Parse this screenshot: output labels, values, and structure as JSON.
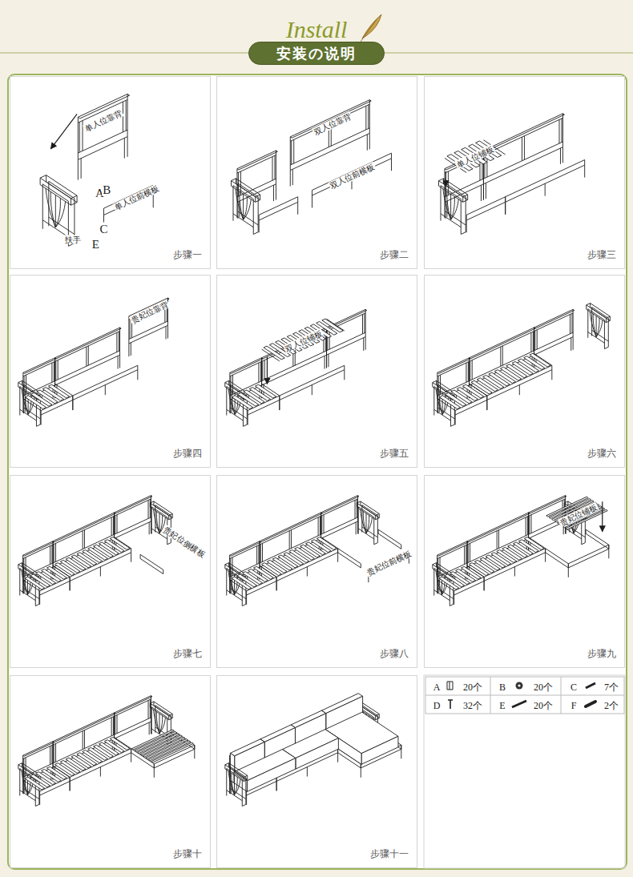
{
  "diagram": {
    "title": "安装の说明",
    "nodes": [
      {
        "text": [
          "步骤一"
        ]
      },
      {
        "text": [
          "步骤二"
        ]
      },
      {
        "text": [
          "步骤三"
        ]
      },
      {
        "text": [
          "步骤四"
        ]
      },
      {
        "text": [
          "步骤五"
        ]
      },
      {
        "text": [
          "步骤六"
        ]
      },
      {
        "text": [
          "步骤七"
        ]
      },
      {
        "text": [
          "步骤八"
        ]
      },
      {
        "text": [
          "步骤九"
        ]
      },
      {
        "text": [
          "步骤十"
        ]
      },
      {
        "text": [
          "步骤十一"
        ]
      }
    ],
    "labels": [
      "Install",
      "单人位靠背",
      "A",
      "B",
      "单人位前横板",
      "扶手",
      "E",
      "C",
      "双人位靠背",
      "双人位前横板",
      "单人位铺板",
      "贵妃位靠背",
      "双人位铺板",
      "贵妃位侧横板",
      "贵妃位前横板",
      "贵妃位铺板",
      "A",
      "20个",
      "B",
      "20个",
      "C",
      "7个",
      "D",
      "32个",
      "E",
      "20个",
      "F",
      "2个"
    ]
  }
}
